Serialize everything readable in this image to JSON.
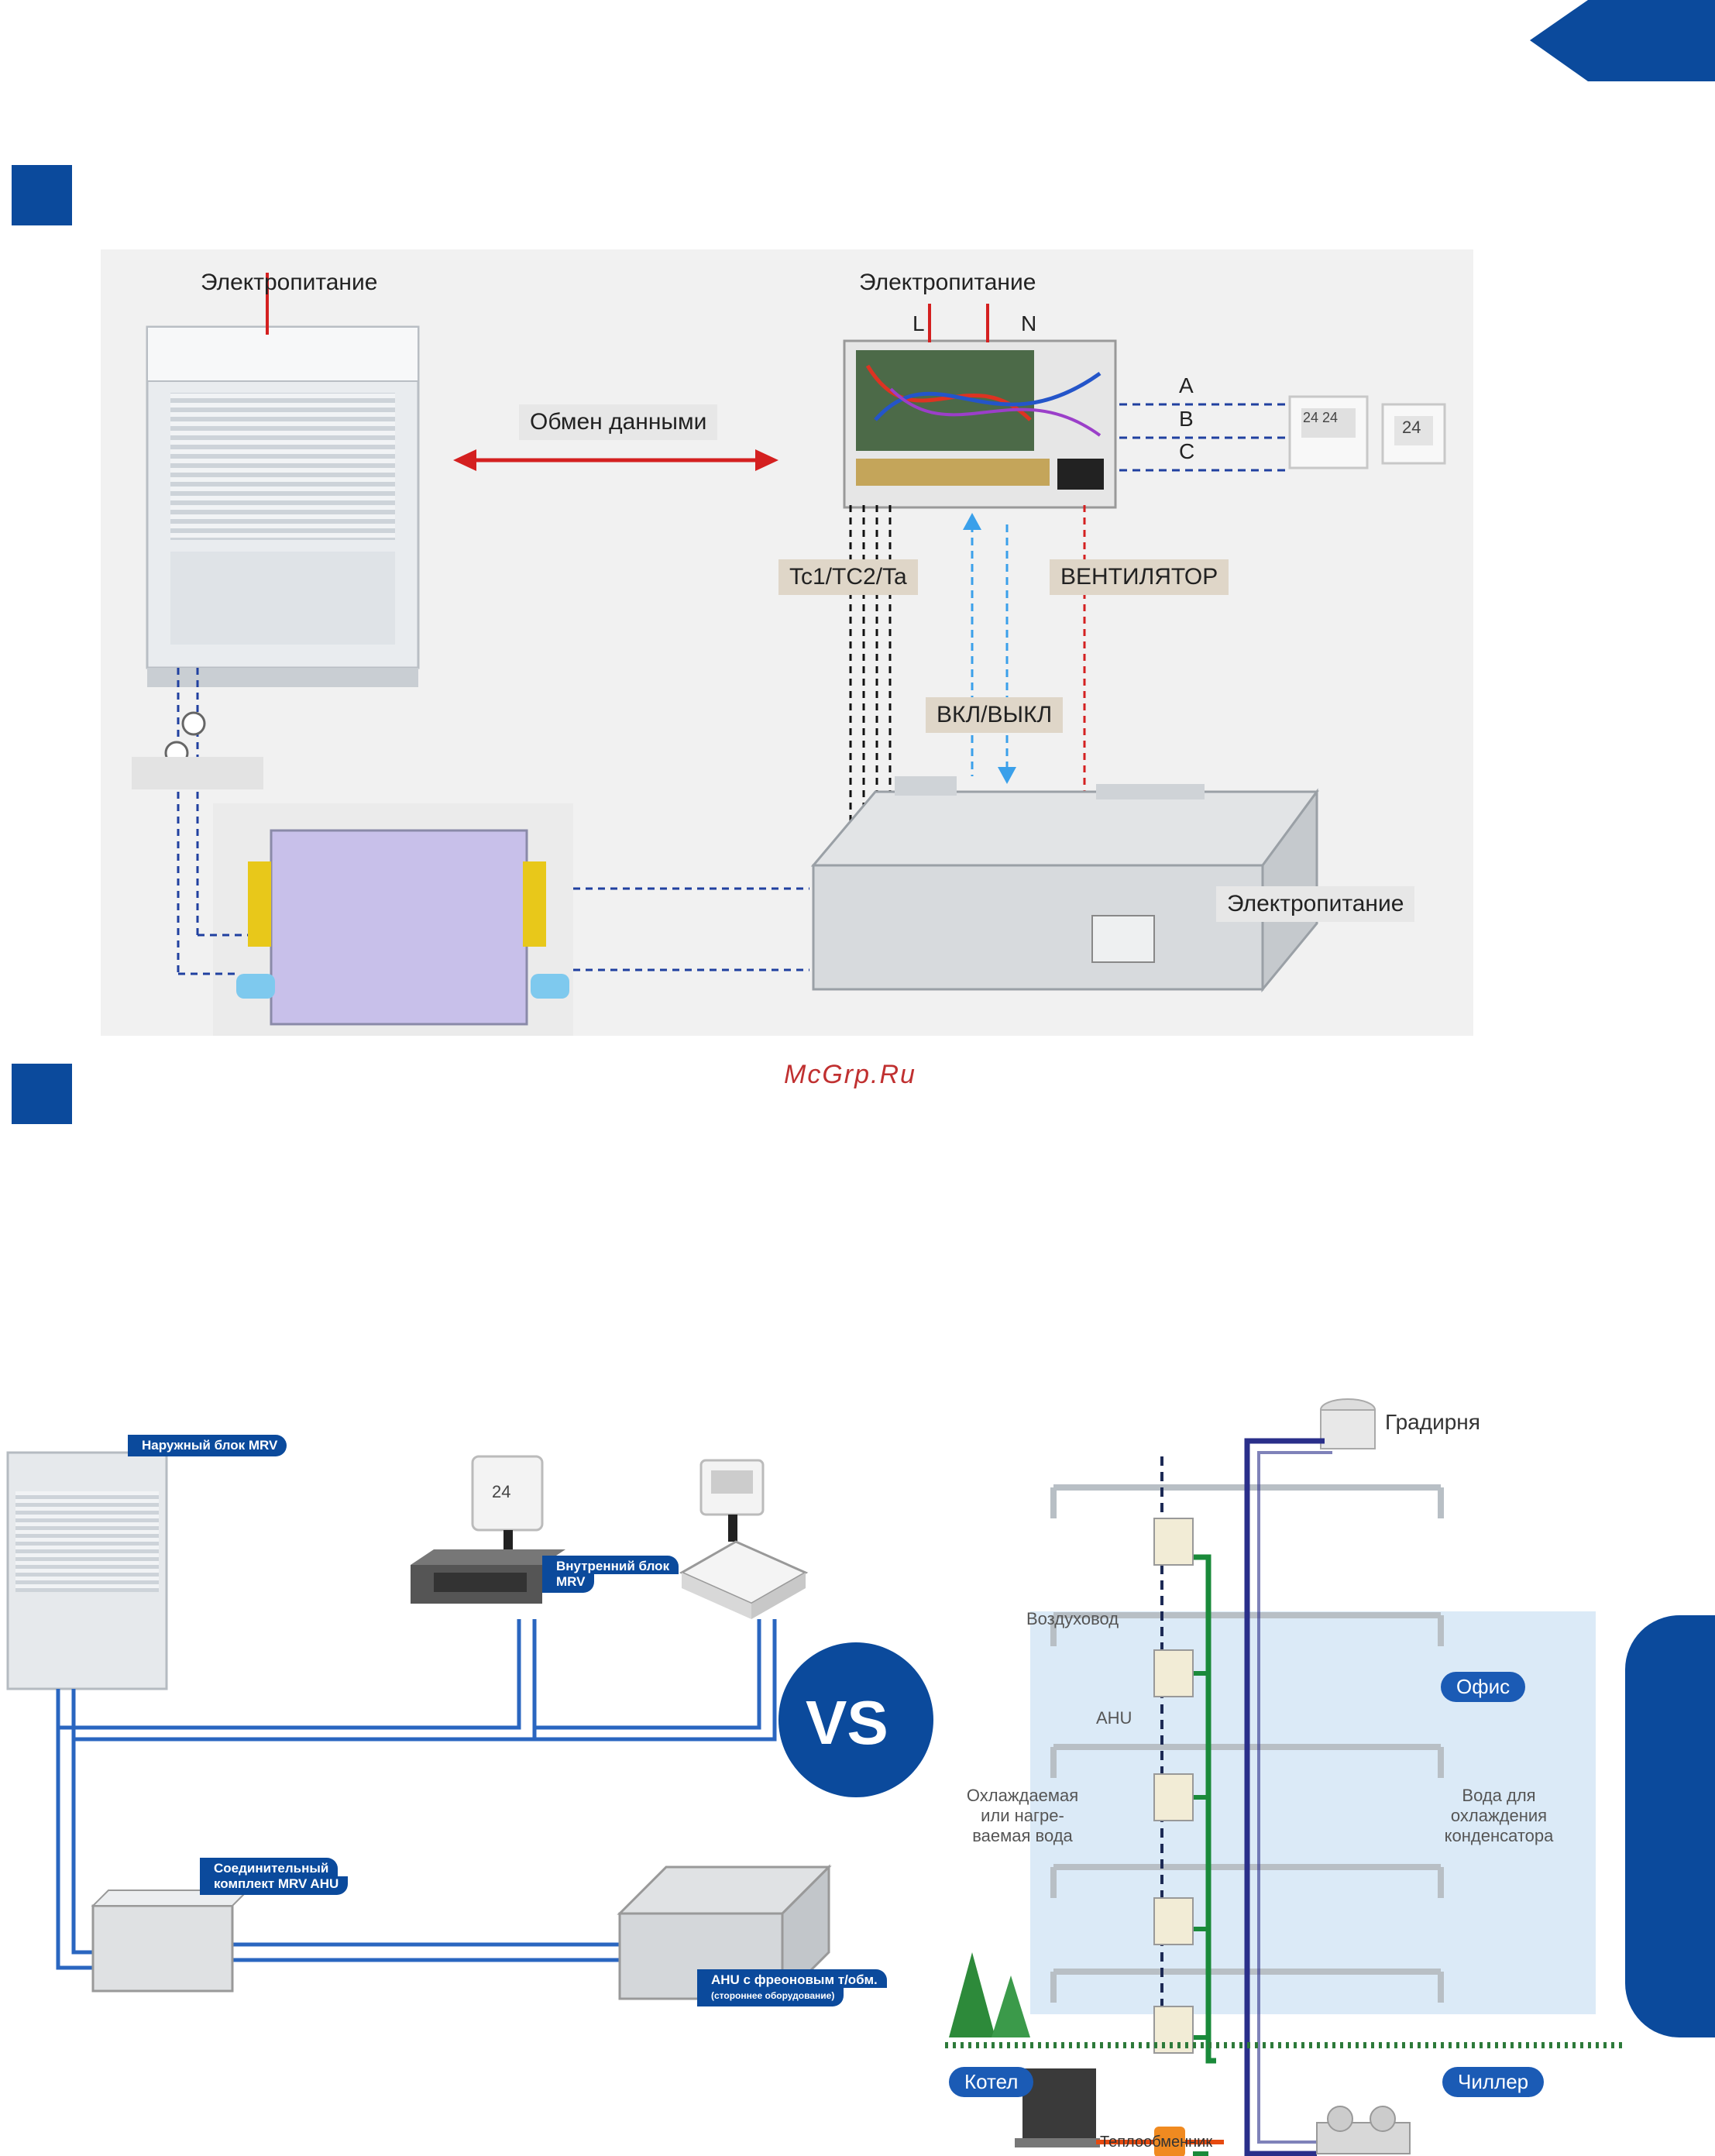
{
  "top_diagram": {
    "outdoor_power": "Электропитание",
    "control_power": "Электропитание",
    "L": "L",
    "N": "N",
    "data_exchange": "Обмен данными",
    "abc": [
      "A",
      "B",
      "C"
    ],
    "sensors": "Tc1/TC2/Ta",
    "fan": "ВЕНТИЛЯТОР",
    "onoff": "ВКЛ/ВЫКЛ",
    "ahu_power": "Электропитание",
    "controller_display_1": "24 24",
    "controller_display_2": "24"
  },
  "watermark": "McGrp.Ru",
  "bottom_left": {
    "outdoor_tag": "Наружный блок MRV",
    "indoor_tag_1": "Внутренний блок",
    "indoor_tag_2": "MRV",
    "kit_tag_1": "Соединительный",
    "kit_tag_2": "комплект MRV AHU",
    "ahu_tag_1": "AHU с фреоновым т/обм.",
    "ahu_tag_2": "(стороннее оборудование)",
    "vs": "VS",
    "thermostat_display": "24"
  },
  "bottom_right": {
    "tower": "Градирня",
    "duct": "Воздуховод",
    "ahu": "AHU",
    "office": "Офис",
    "chilled_water": [
      "Охлаждаемая",
      "или нагре-",
      "ваемая вода"
    ],
    "condenser_water": [
      "Вода для",
      "охлаждения",
      "конденсатора"
    ],
    "boiler": "Котел",
    "chiller": "Чиллер",
    "exchanger": "Теплообменник"
  },
  "colors": {
    "brand_blue": "#0b4a9c",
    "red_line": "#d42020",
    "green_pipe": "#1a8a3a",
    "navy_pipe": "#2a2f8a"
  }
}
